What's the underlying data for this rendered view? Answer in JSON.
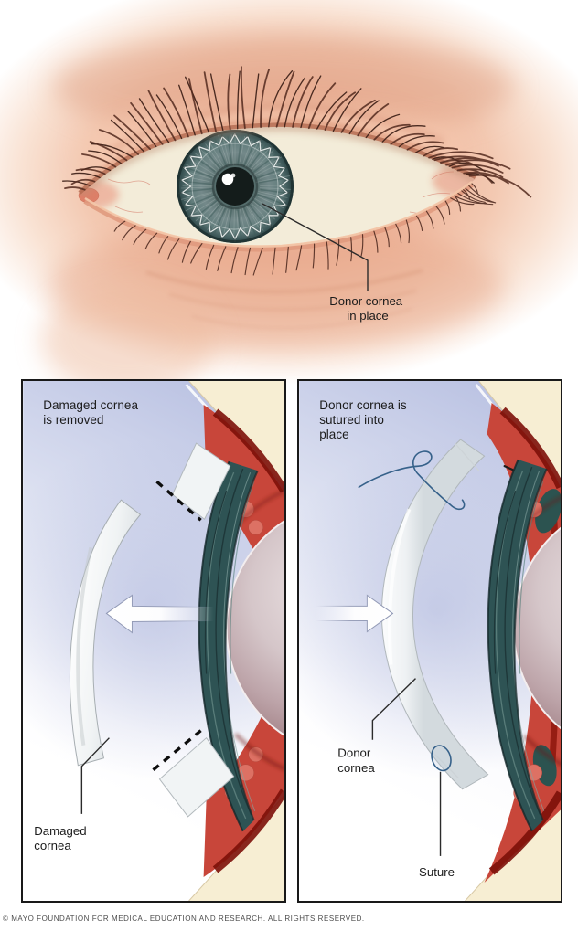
{
  "eye": {
    "label_lines": [
      "Donor cornea",
      "in place"
    ]
  },
  "panels": [
    {
      "title": [
        "Damaged cornea",
        "is removed"
      ],
      "callout_damaged": [
        "Damaged",
        "cornea"
      ]
    },
    {
      "title": [
        "Donor cornea is",
        "sutured into",
        "place"
      ],
      "callout_donor": [
        "Donor",
        "cornea"
      ],
      "callout_suture": "Suture"
    }
  ],
  "footer": {
    "copyright": "© MAYO FOUNDATION FOR MEDICAL EDUCATION AND RESEARCH. ALL RIGHTS RESERVED."
  },
  "colors": {
    "iris_teal": "#2e5354",
    "tissue_red": "#c8463a",
    "tissue_maroon": "#7c1009",
    "sclera_cream": "#f7eed3",
    "lens_mauve": "#c8b6ba",
    "panel_lavender": "#b7bfe1",
    "suture_blue": "#36618a",
    "skin_peach": "#f0bda4",
    "text": "#1b1b1b"
  }
}
